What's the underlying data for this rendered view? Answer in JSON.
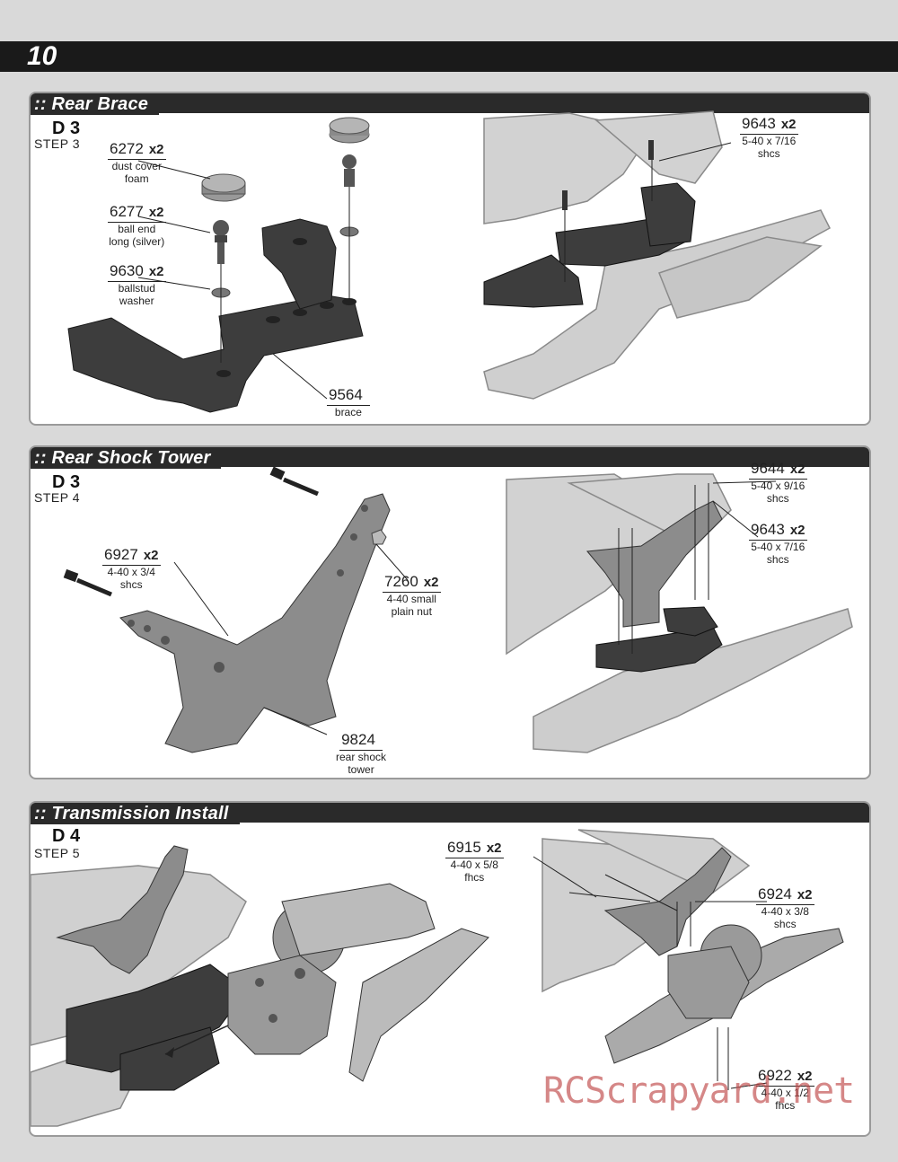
{
  "page_number": "10",
  "sections": [
    {
      "title": ":: Rear Brace",
      "step_code": "D 3",
      "step_label": "STEP 3",
      "callouts": [
        {
          "part": "6272",
          "qty": "x2",
          "desc": [
            "dust cover",
            "foam"
          ]
        },
        {
          "part": "6277",
          "qty": "x2",
          "desc": [
            "ball end",
            "long (silver)"
          ]
        },
        {
          "part": "9630",
          "qty": "x2",
          "desc": [
            "ballstud",
            "washer"
          ]
        },
        {
          "part": "9564",
          "qty": "",
          "desc": [
            "brace"
          ]
        },
        {
          "part": "9643",
          "qty": "x2",
          "desc": [
            "5-40 x 7/16",
            "shcs"
          ]
        }
      ]
    },
    {
      "title": ":: Rear Shock Tower",
      "step_code": "D 3",
      "step_label": "STEP 4",
      "callouts": [
        {
          "part": "6927",
          "qty": "x2",
          "desc": [
            "4-40 x 3/4",
            "shcs"
          ]
        },
        {
          "part": "7260",
          "qty": "x2",
          "desc": [
            "4-40 small",
            "plain nut"
          ]
        },
        {
          "part": "9824",
          "qty": "",
          "desc": [
            "rear shock",
            "tower"
          ]
        },
        {
          "part": "9644",
          "qty": "x2",
          "desc": [
            "5-40 x 9/16",
            "shcs"
          ]
        },
        {
          "part": "9643",
          "qty": "x2",
          "desc": [
            "5-40 x 7/16",
            "shcs"
          ]
        }
      ]
    },
    {
      "title": ":: Transmission Install",
      "step_code": "D 4",
      "step_label": "STEP 5",
      "callouts": [
        {
          "part": "6915",
          "qty": "x2",
          "desc": [
            "4-40 x 5/8",
            "fhcs"
          ]
        },
        {
          "part": "6924",
          "qty": "x2",
          "desc": [
            "4-40 x 3/8",
            "shcs"
          ]
        },
        {
          "part": "6922",
          "qty": "x2",
          "desc": [
            "4-40 x 1/2",
            "fhcs"
          ]
        }
      ]
    }
  ],
  "watermark": "RCScrapyard.net",
  "colors": {
    "header": "#2a2a2a",
    "part_dark": "#3a3a3a",
    "part_light": "#b9b9b9",
    "watermark": "#c04646"
  }
}
